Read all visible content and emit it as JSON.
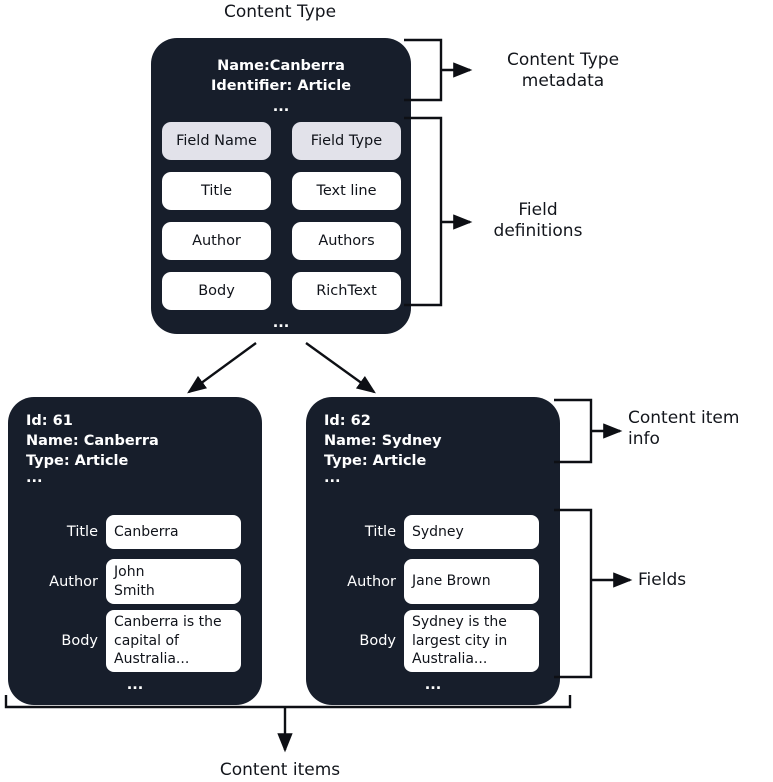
{
  "diagram": {
    "top_title": "Content Type",
    "bottom_title": "Content items"
  },
  "content_type": {
    "meta": "Name:Canberra\nIdentifier: Article",
    "meta_ellipsis": "...",
    "table": {
      "headers": [
        "Field Name",
        "Field Type"
      ],
      "rows": [
        [
          "Title",
          "Text line"
        ],
        [
          "Author",
          "Authors"
        ],
        [
          "Body",
          "RichText"
        ]
      ]
    },
    "table_ellipsis": "..."
  },
  "annotations": {
    "content_type_metadata": "Content Type\nmetadata",
    "field_definitions": "Field\ndefinitions",
    "content_item_info": "Content item\ninfo",
    "fields": "Fields"
  },
  "content_items": [
    {
      "info": "Id: 61\nName: Canberra\nType: Article",
      "info_ellipsis": "...",
      "fields": [
        {
          "label": "Title",
          "value": "Canberra"
        },
        {
          "label": "Author",
          "value": "John\nSmith"
        },
        {
          "label": "Body",
          "value": "Canberra is the\ncapital of\nAustralia..."
        }
      ],
      "fields_ellipsis": "..."
    },
    {
      "info": "Id: 62\nName: Sydney\nType: Article",
      "info_ellipsis": "...",
      "fields": [
        {
          "label": "Title",
          "value": "Sydney"
        },
        {
          "label": "Author",
          "value": "Jane Brown"
        },
        {
          "label": "Body",
          "value": "Sydney is the\nlargest city in\nAustralia..."
        }
      ],
      "fields_ellipsis": "..."
    }
  ],
  "colors": {
    "card_background": "#171e2b",
    "header_pill": "#e2e2ea",
    "cell": "#ffffff",
    "stroke": "#0d0f14",
    "page_background": "#ffffff"
  }
}
